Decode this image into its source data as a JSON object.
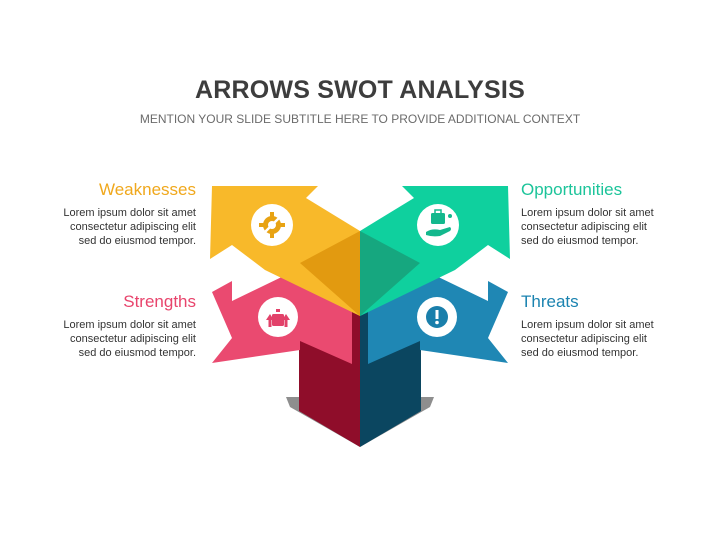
{
  "slide": {
    "title": "ARROWS SWOT ANALYSIS",
    "subtitle": "MENTION YOUR SLIDE SUBTITLE HERE TO PROVIDE ADDITIONAL CONTEXT"
  },
  "quadrants": {
    "weaknesses": {
      "title": "Weaknesses",
      "lines": [
        "Lorem ipsum dolor sit amet",
        "consectetur adipiscing elit",
        "sed do eiusmod tempor."
      ],
      "color": "#f0a81d",
      "icon": "puzzle-gear-icon"
    },
    "opportunities": {
      "title": "Opportunities",
      "lines": [
        "Lorem ipsum dolor sit amet",
        "consectetur adipiscing elit",
        "sed do eiusmod tempor."
      ],
      "color": "#1cc49a",
      "icon": "hand-briefcase-icon"
    },
    "strengths": {
      "title": "Strengths",
      "lines": [
        "Lorem ipsum dolor sit amet",
        "consectetur adipiscing elit",
        "sed do eiusmod tempor."
      ],
      "color": "#e8446c",
      "icon": "rising-arrows-icon"
    },
    "threats": {
      "title": "Threats",
      "lines": [
        "Lorem ipsum dolor sit amet",
        "consectetur adipiscing elit",
        "sed do eiusmod tempor."
      ],
      "color": "#1b83b0",
      "icon": "warning-icon"
    }
  }
}
